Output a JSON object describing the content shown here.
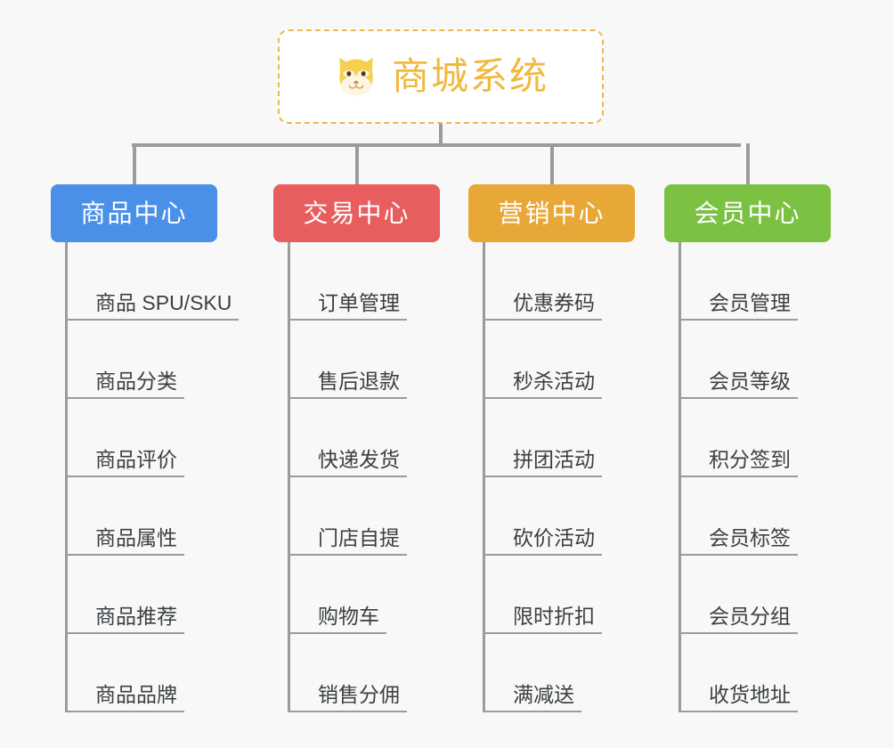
{
  "background_color": "#f8f8f8",
  "root": {
    "icon": "shiba-dog-face-icon",
    "title": "商城系统",
    "title_color": "#f0b93f",
    "border_color": "#efb84e"
  },
  "connector_color": "#9b9b9b",
  "categories": [
    {
      "label": "商品中心",
      "color": "#4a90e8",
      "items": [
        "商品 SPU/SKU",
        "商品分类",
        "商品评价",
        "商品属性",
        "商品推荐",
        "商品品牌"
      ]
    },
    {
      "label": "交易中心",
      "color": "#e85d5d",
      "items": [
        "订单管理",
        "售后退款",
        "快递发货",
        "门店自提",
        "购物车",
        "销售分佣"
      ]
    },
    {
      "label": "营销中心",
      "color": "#e8a838",
      "items": [
        "优惠券码",
        "秒杀活动",
        "拼团活动",
        "砍价活动",
        "限时折扣",
        "满减送"
      ]
    },
    {
      "label": "会员中心",
      "color": "#7cc242",
      "items": [
        "会员管理",
        "会员等级",
        "积分签到",
        "会员标签",
        "会员分组",
        "收货地址"
      ]
    }
  ]
}
